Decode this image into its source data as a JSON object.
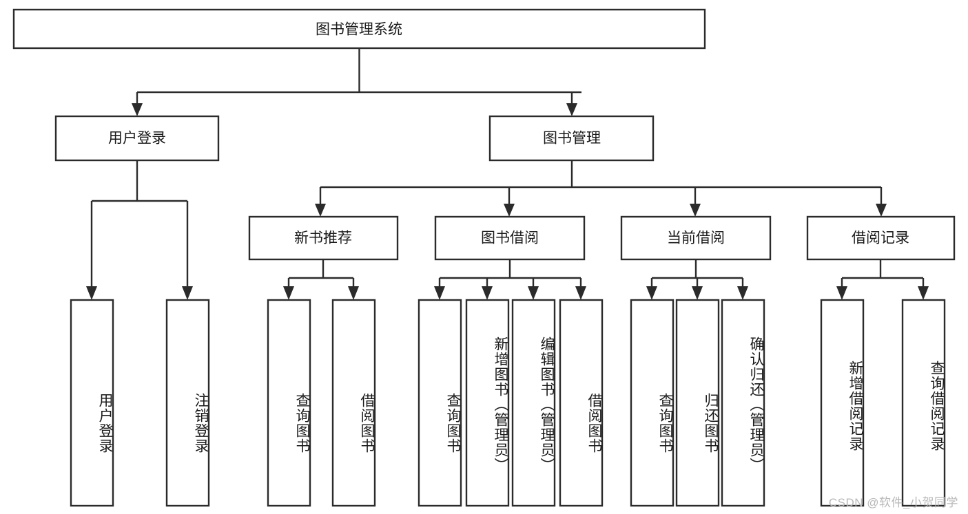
{
  "diagram": {
    "title": "图书管理系统",
    "type": "functional-structure-tree",
    "root": {
      "label": "图书管理系统",
      "orientation": "horizontal"
    },
    "level1": [
      {
        "label": "用户登录"
      },
      {
        "label": "图书管理"
      }
    ],
    "level2": [
      {
        "label": "新书推荐"
      },
      {
        "label": "图书借阅"
      },
      {
        "label": "当前借阅"
      },
      {
        "label": "借阅记录"
      }
    ],
    "leaves": {
      "user_login": [
        {
          "label": "用户登录"
        },
        {
          "label": "注销登录"
        }
      ],
      "new_book_recommend": [
        {
          "label": "查询图书"
        },
        {
          "label": "借阅图书"
        }
      ],
      "book_borrow": [
        {
          "label": "查询图书"
        },
        {
          "label": "新增图书（管理员）"
        },
        {
          "label": "编辑图书（管理员）"
        },
        {
          "label": "借阅图书"
        }
      ],
      "current_borrow": [
        {
          "label": "查询图书"
        },
        {
          "label": "归还图书"
        },
        {
          "label": "确认归还（管理员）"
        }
      ],
      "borrow_record": [
        {
          "label": "新增借阅记录"
        },
        {
          "label": "查询借阅记录"
        }
      ]
    },
    "watermark": "CSDN @软件_小贺同学",
    "colors": {
      "stroke": "#2b2b2b",
      "fill": "#ffffff",
      "text": "#1a1a1a",
      "watermark": "#b8b8b8"
    }
  }
}
